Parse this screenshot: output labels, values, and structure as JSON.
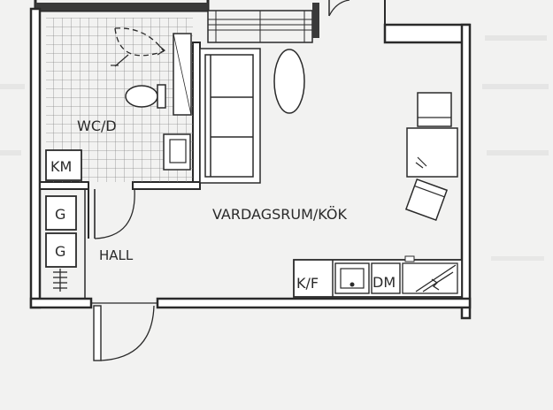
{
  "plan": {
    "rooms": {
      "wc": "WC/D",
      "living": "VARDAGSRUM/KÖK",
      "hall": "HALL"
    },
    "fixtures": {
      "km": "KM",
      "g_upper": "G",
      "g_lower": "G",
      "kf": "K/F",
      "dm": "DM"
    },
    "colors": {
      "paper": "#f2f2f1",
      "line": "#2a2a2a",
      "wall": "#3a3a3a",
      "tile": "#8a8a8a",
      "background_text": "#d4d4d4"
    }
  }
}
